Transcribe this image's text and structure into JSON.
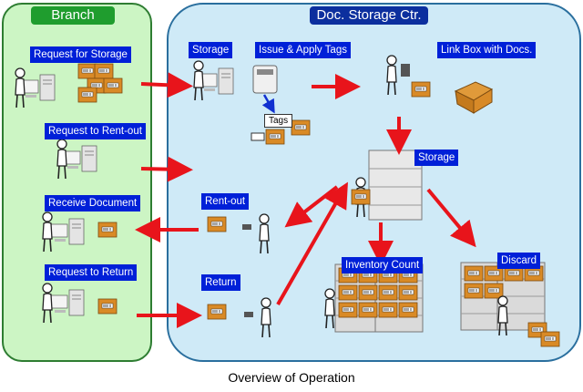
{
  "panels": {
    "branch_title": "Branch",
    "center_title": "Doc. Storage Ctr."
  },
  "labels": {
    "request_storage": "Request for Storage",
    "request_rentout": "Request to Rent-out",
    "receive_document": "Receive Document",
    "request_return": "Request to Return",
    "storage_top": "Storage",
    "issue_tags": "Issue & Apply Tags",
    "link_box": "Link Box with Docs.",
    "tags": "Tags",
    "storage_main": "Storage",
    "rent_out": "Rent-out",
    "return": "Return",
    "inventory": "Inventory Count",
    "discard": "Discard"
  },
  "caption": "Overview of Operation",
  "colors": {
    "branch_bg": "#ccf5c4",
    "center_bg": "#cfeaf7",
    "label_bg": "#0020d8",
    "arrow": "#e8141b",
    "box": "#d98a26"
  }
}
